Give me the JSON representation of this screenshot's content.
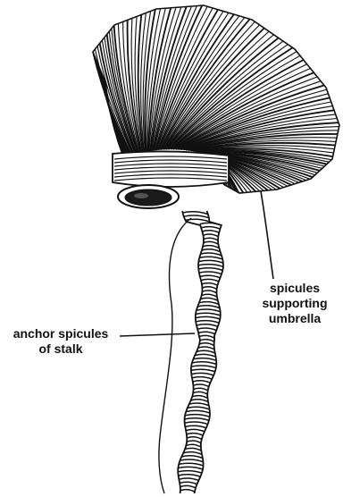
{
  "labels": {
    "umbrella": [
      "spicules",
      "supporting",
      "umbrella"
    ],
    "anchor": [
      "anchor spicules",
      "of stalk"
    ]
  },
  "colors": {
    "ink": "#111111",
    "paper": "#ffffff"
  }
}
